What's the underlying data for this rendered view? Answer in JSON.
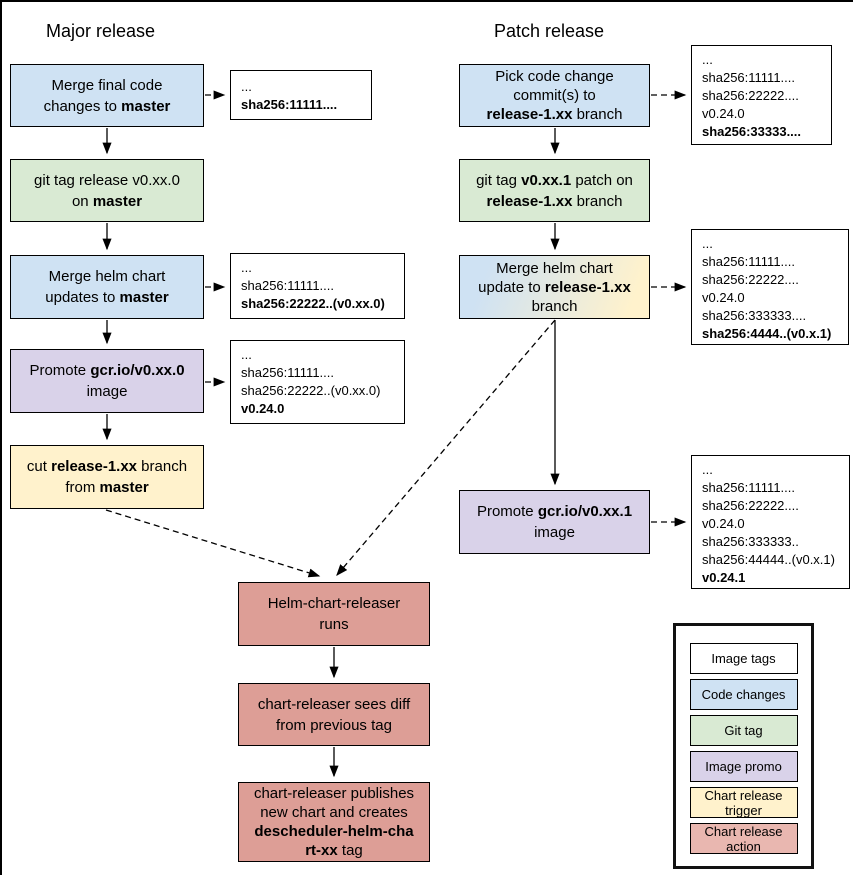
{
  "colors": {
    "code_change": "#cfe2f3",
    "git_tag": "#d9ead3",
    "image_promo": "#d9d2e9",
    "chart_release_trigger": "#fff2cc",
    "chart_release_action": "#dd9e96",
    "legend_action_chip": "#e9b7b0",
    "box_border": "#000000"
  },
  "major": {
    "title": "Major release",
    "boxes": [
      {
        "lines": [
          [
            "Merge final code"
          ],
          [
            {
              "t": "changes to "
            },
            {
              "t": "master",
              "b": true
            }
          ]
        ]
      },
      {
        "lines": [
          [
            "git tag release v0.xx.0"
          ],
          [
            {
              "t": "on "
            },
            {
              "t": "master",
              "b": true
            }
          ]
        ]
      },
      {
        "lines": [
          [
            "Merge helm chart"
          ],
          [
            {
              "t": "updates to "
            },
            {
              "t": "master",
              "b": true
            }
          ]
        ]
      },
      {
        "lines": [
          [
            {
              "t": "Promote "
            },
            {
              "t": "gcr.io/v0.xx.0",
              "b": true
            }
          ],
          [
            "image"
          ]
        ]
      },
      {
        "lines": [
          [
            {
              "t": "cut "
            },
            {
              "t": "release-1.xx",
              "b": true
            },
            {
              "t": " branch"
            }
          ],
          [
            {
              "t": "from "
            },
            {
              "t": "master",
              "b": true
            }
          ]
        ]
      }
    ],
    "annotations": [
      {
        "lines": [
          [
            "..."
          ],
          [
            {
              "t": "sha256:11111....",
              "b": true
            }
          ]
        ]
      },
      {
        "lines": [
          [
            "..."
          ],
          [
            "sha256:11111...."
          ],
          [
            {
              "t": "sha256:22222..(v0.xx.0)",
              "b": true
            }
          ]
        ]
      },
      {
        "lines": [
          [
            "..."
          ],
          [
            "sha256:11111...."
          ],
          [
            "sha256:22222..(v0.xx.0)"
          ],
          [
            {
              "t": "v0.24.0",
              "b": true
            }
          ]
        ]
      }
    ]
  },
  "patch": {
    "title": "Patch release",
    "boxes": [
      {
        "lines": [
          [
            "Pick code change"
          ],
          [
            "commit(s) to"
          ],
          [
            {
              "t": "release-1.xx",
              "b": true
            },
            {
              "t": " branch"
            }
          ]
        ]
      },
      {
        "lines": [
          [
            {
              "t": "git tag "
            },
            {
              "t": "v0.xx.1",
              "b": true
            },
            {
              "t": " patch on"
            }
          ],
          [
            {
              "t": "release-1.xx",
              "b": true
            },
            {
              "t": " branch"
            }
          ]
        ]
      },
      {
        "lines": [
          [
            "Merge helm chart"
          ],
          [
            {
              "t": "update to "
            },
            {
              "t": "release-1.xx",
              "b": true
            }
          ],
          [
            "branch"
          ]
        ]
      },
      {
        "lines": [
          [
            {
              "t": "Promote "
            },
            {
              "t": "gcr.io/v0.xx.1",
              "b": true
            }
          ],
          [
            "image"
          ]
        ]
      }
    ],
    "annotations": [
      {
        "lines": [
          [
            "..."
          ],
          [
            "sha256:11111...."
          ],
          [
            "sha256:22222...."
          ],
          [
            "v0.24.0"
          ],
          [
            {
              "t": "sha256:33333....",
              "b": true
            }
          ]
        ]
      },
      {
        "lines": [
          [
            "..."
          ],
          [
            "sha256:11111...."
          ],
          [
            "sha256:22222...."
          ],
          [
            "v0.24.0"
          ],
          [
            "sha256:333333...."
          ],
          [
            {
              "t": "sha256:4444..(v0.x.1)",
              "b": true
            }
          ]
        ]
      },
      {
        "lines": [
          [
            "..."
          ],
          [
            "sha256:11111...."
          ],
          [
            "sha256:22222...."
          ],
          [
            "v0.24.0"
          ],
          [
            "sha256:333333.."
          ],
          [
            "sha256:44444..(v0.x.1)"
          ],
          [
            {
              "t": "v0.24.1",
              "b": true
            }
          ]
        ]
      }
    ]
  },
  "chart_release": {
    "boxes": [
      {
        "lines": [
          [
            "Helm-chart-releaser"
          ],
          [
            "runs"
          ]
        ]
      },
      {
        "lines": [
          [
            "chart-releaser sees diff"
          ],
          [
            "from previous tag"
          ]
        ]
      },
      {
        "lines": [
          [
            "chart-releaser publishes"
          ],
          [
            "new chart and creates"
          ],
          [
            {
              "t": "descheduler-helm-cha",
              "b": true
            }
          ],
          [
            {
              "t": "rt-xx",
              "b": true
            },
            {
              "t": " tag"
            }
          ]
        ]
      }
    ]
  },
  "legend": {
    "items": [
      {
        "label": "Image tags"
      },
      {
        "label": "Code changes"
      },
      {
        "label": "Git tag"
      },
      {
        "label": "Image promo"
      },
      {
        "label": "Chart release trigger"
      },
      {
        "label": "Chart release action"
      }
    ]
  }
}
